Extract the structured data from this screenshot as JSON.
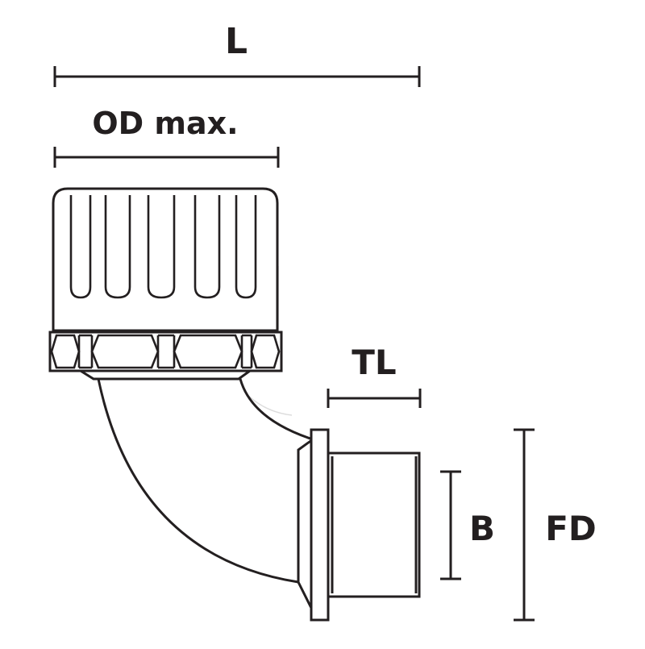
{
  "diagram": {
    "labels": {
      "length": "L",
      "outer_diameter": "OD max.",
      "thread_length": "TL",
      "bore": "B",
      "flange_diameter": "FD"
    },
    "colors": {
      "line": "#231f20",
      "fill": "#ffffff",
      "faint": "#dcdcdc"
    }
  }
}
